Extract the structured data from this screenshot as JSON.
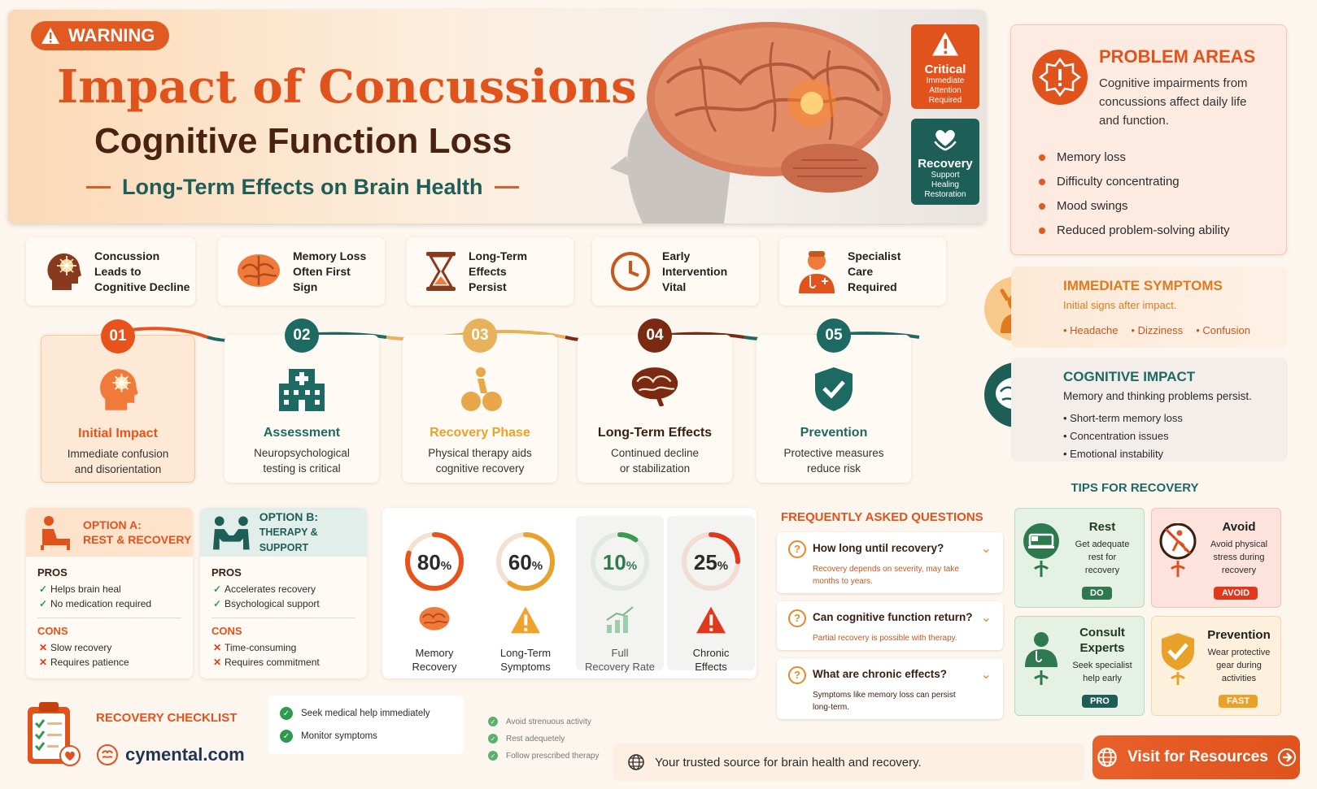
{
  "header": {
    "warning": "WARNING",
    "title": "Impact of Concussions",
    "subtitle": "Cognitive Function Loss",
    "tagline": "Long-Term Effects on Brain Health",
    "critical": {
      "title": "Critical",
      "lines": [
        "Immediate",
        "Attention",
        "Required"
      ]
    },
    "recovery": {
      "title": "Recovery",
      "lines": [
        "Support",
        "Healing",
        "Restoration"
      ]
    }
  },
  "problem_areas": {
    "title": "PROBLEM AREAS",
    "text": "Cognitive impairments from concussions affect daily life and function.",
    "items": [
      "Memory loss",
      "Difficulty concentrating",
      "Mood swings",
      "Reduced problem-solving ability"
    ]
  },
  "pills": [
    {
      "lines": [
        "Concussion",
        "Leads to",
        "Cognitive Decline"
      ],
      "icon": "head-impact-icon"
    },
    {
      "lines": [
        "Memory Loss",
        "Often First",
        "Sign"
      ],
      "icon": "brain-icon"
    },
    {
      "lines": [
        "Long-Term",
        "Effects",
        "Persist"
      ],
      "icon": "hourglass-icon"
    },
    {
      "lines": [
        "Early",
        "Intervention",
        "Vital"
      ],
      "icon": "clock-icon"
    },
    {
      "lines": [
        "Specialist",
        "Care",
        "Required"
      ],
      "icon": "doctor-icon"
    }
  ],
  "steps": [
    {
      "num": "01",
      "title": "Initial Impact",
      "lines": [
        "Immediate confusion",
        "and disorientation"
      ],
      "color": "#e8531c"
    },
    {
      "num": "02",
      "title": "Assessment",
      "lines": [
        "Neuropsychological",
        "testing is critical"
      ],
      "color": "#1d6a63"
    },
    {
      "num": "03",
      "title": "Recovery Phase",
      "lines": [
        "Physical therapy aids",
        "cognitive recovery"
      ],
      "color": "#e8b25a"
    },
    {
      "num": "04",
      "title": "Long-Term Effects",
      "lines": [
        "Continued decline",
        "or stabilization"
      ],
      "color": "#7a2a12"
    },
    {
      "num": "05",
      "title": "Prevention",
      "lines": [
        "Protective measures",
        "reduce risk"
      ],
      "color": "#1d6a63"
    }
  ],
  "option_a": {
    "title_lines": [
      "OPTION A:",
      "REST & RECOVERY"
    ],
    "pros_label": "PROS",
    "pros": [
      "Helps brain heal",
      "No medication required"
    ],
    "cons_label": "CONS",
    "cons": [
      "Slow recovery",
      "Requires patience"
    ]
  },
  "option_b": {
    "title_lines": [
      "OPTION B:",
      "THERAPY & SUPPORT"
    ],
    "pros_label": "PROS",
    "pros": [
      "Accelerates recovery",
      "Bsychological support"
    ],
    "cons_label": "CONS",
    "cons": [
      "Time-consuming",
      "Requires commitment"
    ]
  },
  "stats": [
    {
      "value": 80,
      "unit": "%",
      "lines": [
        "Memory",
        "Recovery"
      ],
      "color": "#e8531c"
    },
    {
      "value": 60,
      "unit": "%",
      "lines": [
        "Long-Term",
        "Symptoms"
      ],
      "color": "#e8a22a"
    },
    {
      "value": 10,
      "unit": "%",
      "lines": [
        "Full",
        "Recovery Rate"
      ],
      "color": "#3a9a4e"
    },
    {
      "value": 25,
      "unit": "%",
      "lines": [
        "Chronic",
        "Effects"
      ],
      "color": "#e0381c"
    }
  ],
  "faq": {
    "title": "FREQUENTLY ASKED QUESTIONS",
    "items": [
      {
        "q": "How long until recovery?",
        "a": "Recovery depends on severity, may take months to years."
      },
      {
        "q": "Can cognitive function return?",
        "a": "Partial recovery is possible with therapy."
      },
      {
        "q": "What are chronic effects?",
        "a": "Symptoms like memory loss can persist long-term."
      }
    ]
  },
  "immediate": {
    "title": "IMMEDIATE SYMPTOMS",
    "sub": "Initial signs after impact.",
    "items": [
      "Headache",
      "Dizziness",
      "Confusion"
    ]
  },
  "cognitive": {
    "title": "COGNITIVE IMPACT",
    "sub": "Memory and thinking problems persist.",
    "items": [
      "Short-term memory loss",
      "Concentration issues",
      "Emotional instability"
    ]
  },
  "tips": {
    "title": "TIPS FOR RECOVERY",
    "items": [
      {
        "title": "Rest",
        "lines": [
          "Get adequate",
          "rest for",
          "recovery"
        ],
        "badge": "DO"
      },
      {
        "title": "Avoid",
        "lines": [
          "Avoid physical",
          "stress during",
          "recovery"
        ],
        "badge": "AVOID"
      },
      {
        "title": "Consult Experts",
        "lines": [
          "Seek specialist",
          "help early"
        ],
        "badge": "PRO"
      },
      {
        "title": "Prevention",
        "lines": [
          "Wear protective",
          "gear during",
          "activities"
        ],
        "badge": "FAST"
      }
    ]
  },
  "checklist": {
    "title": "RECOVERY CHECKLIST",
    "main": [
      "Seek medical help immediately",
      "Monitor symptoms"
    ],
    "extra": [
      "Avoid strenuous activity",
      "Rest adequetely",
      "Follow prescribed therapy"
    ]
  },
  "footer": {
    "brand": "cymental.com",
    "trust": "Your trusted source for brain health and recovery.",
    "cta": "Visit for Resources"
  }
}
